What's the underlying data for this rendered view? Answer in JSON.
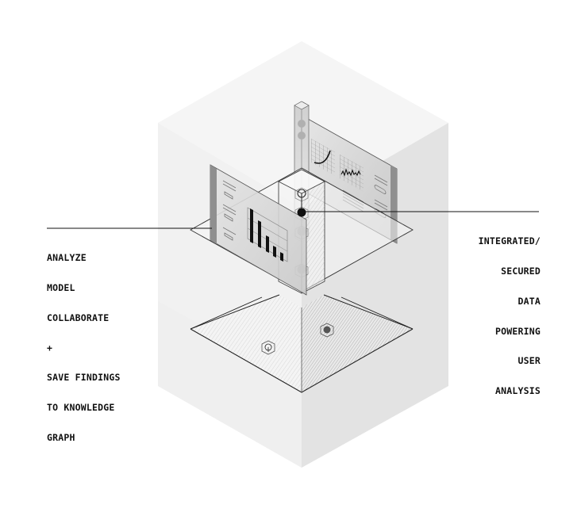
{
  "diagram": {
    "title": "Isometric data platform illustration",
    "colors": {
      "cube_top": "#f4f4f4",
      "cube_left": "#efefef",
      "cube_right": "#e2e2e2",
      "line": "#111111",
      "panel": "#d8d8d8",
      "panel_edge": "#8a8a8a",
      "node_dark": "#111111",
      "node_grey": "#9a9a9a"
    },
    "callouts": {
      "left": {
        "lines": [
          "ANALYZE",
          "MODEL",
          "COLLABORATE",
          "+",
          "SAVE FINDINGS",
          "TO KNOWLEDGE",
          "GRAPH"
        ]
      },
      "right": {
        "lines": [
          "INTEGRATED/",
          "SECURED",
          "DATA",
          "POWERING",
          "USER",
          "ANALYSIS"
        ]
      }
    },
    "panels": {
      "left_panel": {
        "chart": "bar-chart",
        "bars": 5
      },
      "right_panel": {
        "charts": [
          "curve-chart",
          "noise-line-chart"
        ]
      }
    }
  }
}
